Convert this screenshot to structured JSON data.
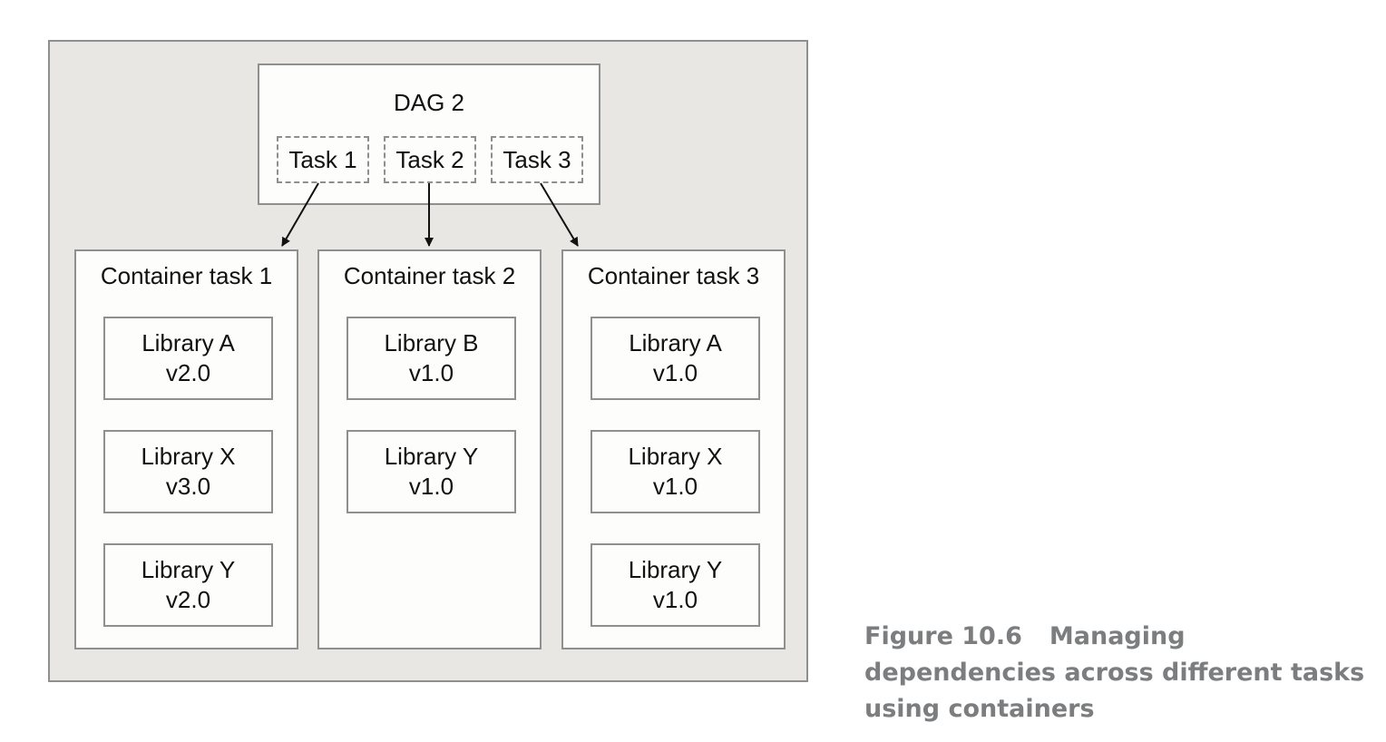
{
  "dag": {
    "title": "DAG 2",
    "tasks": [
      "Task 1",
      "Task 2",
      "Task 3"
    ]
  },
  "containers": [
    {
      "title": "Container task 1",
      "libraries": [
        {
          "name": "Library A",
          "version": "v2.0"
        },
        {
          "name": "Library X",
          "version": "v3.0"
        },
        {
          "name": "Library Y",
          "version": "v2.0"
        }
      ]
    },
    {
      "title": "Container task 2",
      "libraries": [
        {
          "name": "Library B",
          "version": "v1.0"
        },
        {
          "name": "Library Y",
          "version": "v1.0"
        }
      ]
    },
    {
      "title": "Container task 3",
      "libraries": [
        {
          "name": "Library A",
          "version": "v1.0"
        },
        {
          "name": "Library X",
          "version": "v1.0"
        },
        {
          "name": "Library Y",
          "version": "v1.0"
        }
      ]
    }
  ],
  "caption": {
    "number": "Figure 10.6",
    "text": "Managing dependencies across different tasks using containers"
  },
  "colors": {
    "outer_background": "#e8e7e3",
    "box_border": "#8f8f8f",
    "caption_text": "#7b7d7f"
  }
}
